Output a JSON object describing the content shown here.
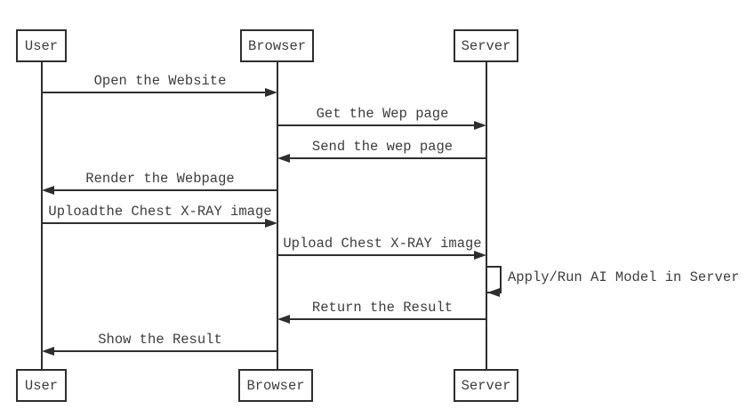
{
  "diagram": {
    "type": "uml-sequence",
    "colors": {
      "line": "#2e2e2e",
      "text": "#3d3d3d",
      "background": "#ffffff"
    },
    "actors": [
      {
        "id": "user",
        "label": "User"
      },
      {
        "id": "browser",
        "label": "Browser"
      },
      {
        "id": "server",
        "label": "Server"
      }
    ],
    "messages": [
      {
        "from": "User",
        "to": "Browser",
        "label": "Open the Website"
      },
      {
        "from": "Browser",
        "to": "Server",
        "label": "Get the Wep page"
      },
      {
        "from": "Server",
        "to": "Browser",
        "label": "Send the wep page"
      },
      {
        "from": "Browser",
        "to": "User",
        "label": "Render the Webpage"
      },
      {
        "from": "User",
        "to": "Browser",
        "label": "Uploadthe Chest X-RAY image"
      },
      {
        "from": "Browser",
        "to": "Server",
        "label": "Upload Chest X-RAY image"
      },
      {
        "from": "Server",
        "to": "Server",
        "label": "Apply/Run AI Model in Server",
        "self_message": true
      },
      {
        "from": "Server",
        "to": "Browser",
        "label": "Return the Result"
      },
      {
        "from": "Browser",
        "to": "User",
        "label": "Show the Result"
      }
    ]
  }
}
